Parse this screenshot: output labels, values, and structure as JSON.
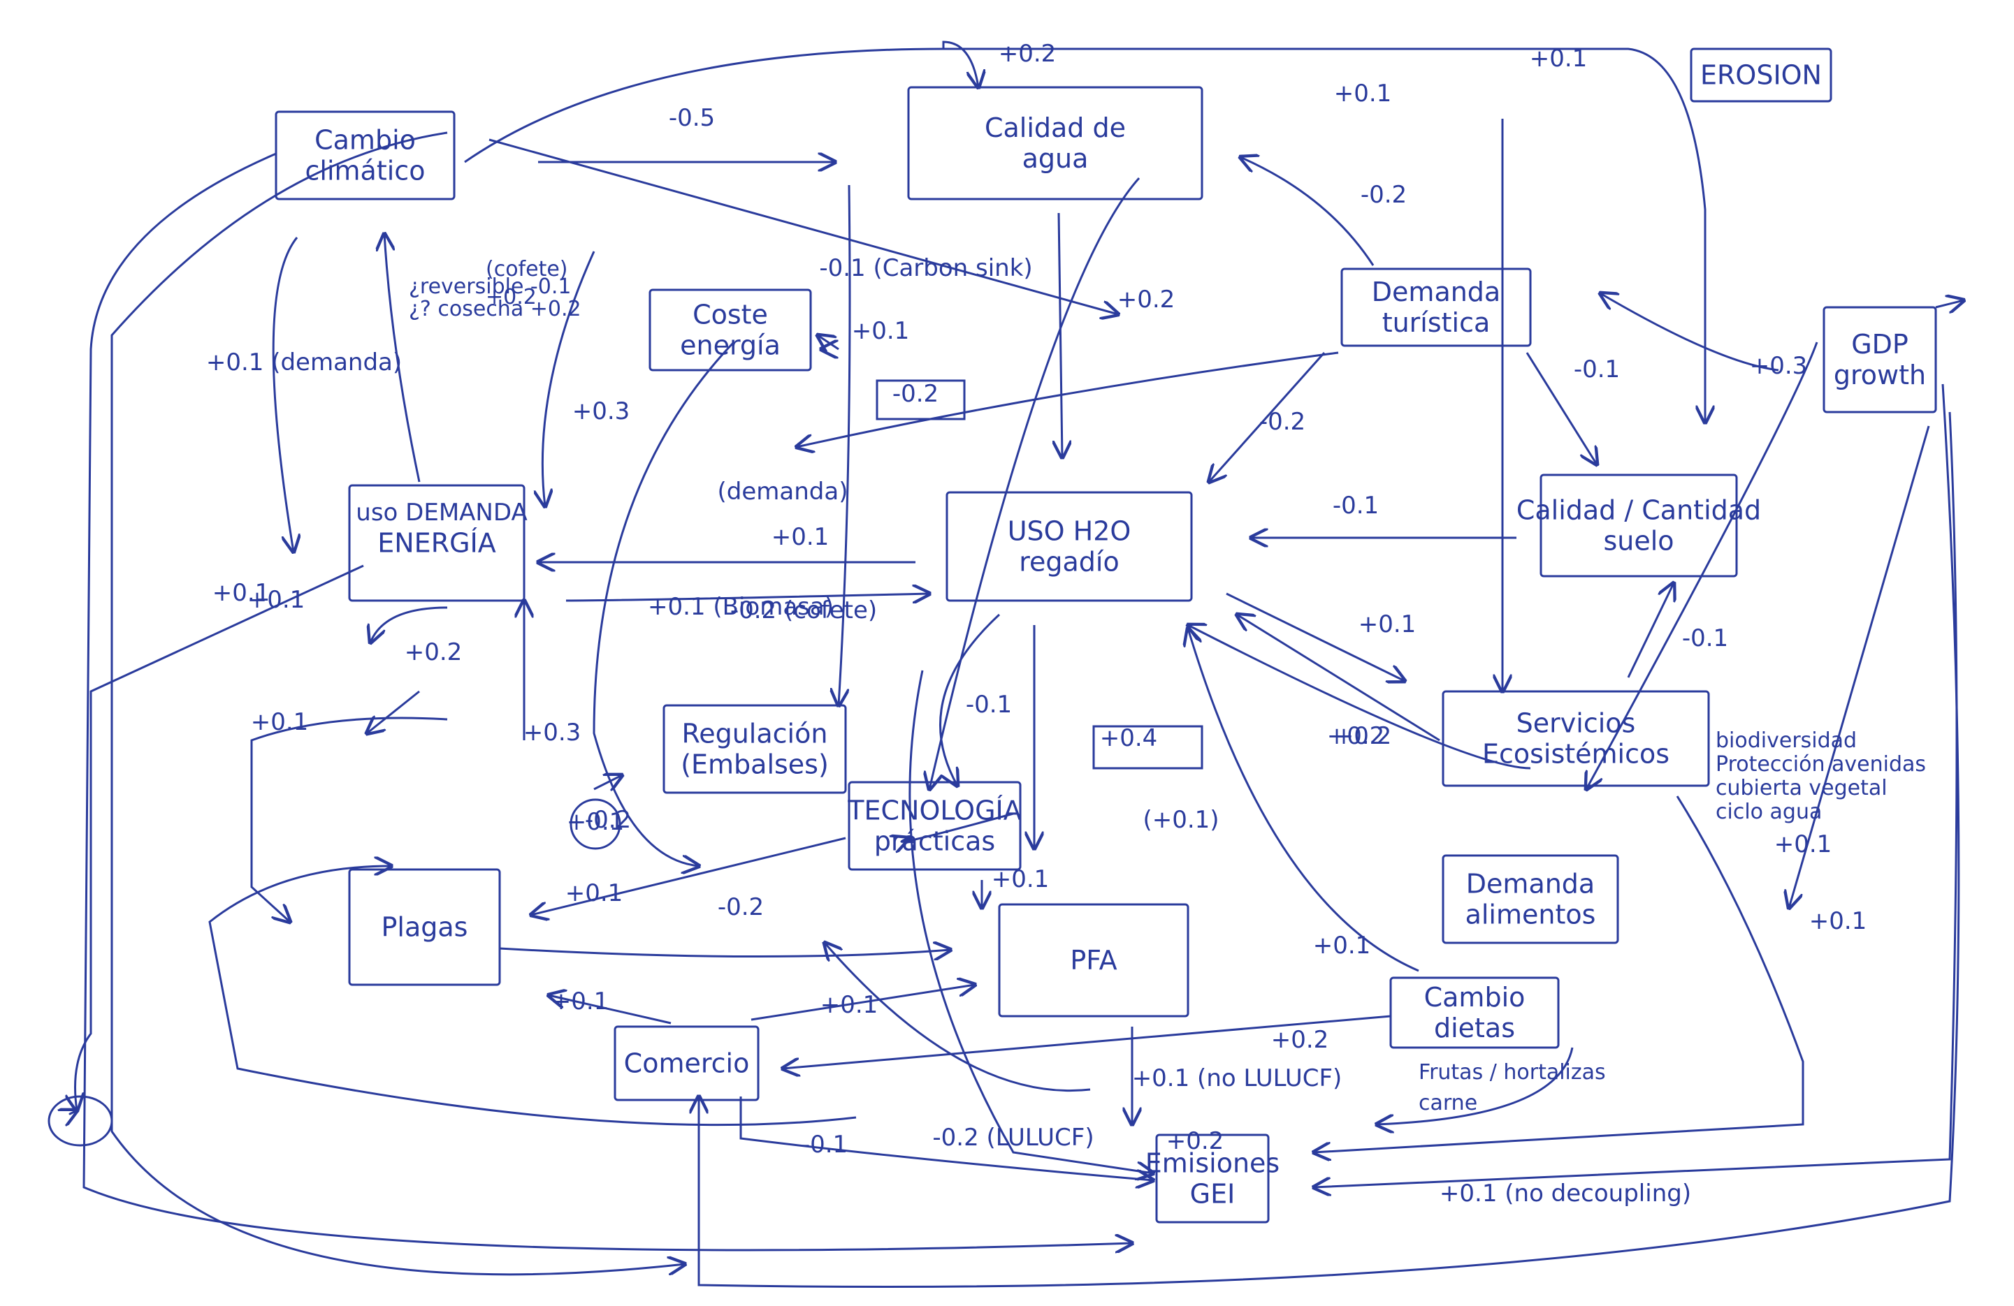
{
  "nodes": [
    {
      "id": "cambio",
      "lines": [
        "Cambio",
        "climático"
      ]
    },
    {
      "id": "calidad_agua",
      "lines": [
        "Calidad de",
        "agua"
      ]
    },
    {
      "id": "erosion",
      "lines": [
        "EROSION"
      ]
    },
    {
      "id": "coste",
      "lines": [
        "Coste",
        "energía"
      ]
    },
    {
      "id": "demanda_tur",
      "lines": [
        "Demanda",
        "turística"
      ]
    },
    {
      "id": "gdp",
      "lines": [
        "GDP",
        "growth"
      ]
    },
    {
      "id": "energia",
      "lines": [
        "ENERGÍA"
      ]
    },
    {
      "id": "uso",
      "lines": [
        "USO H2O",
        "regadío"
      ]
    },
    {
      "id": "suelo",
      "lines": [
        "Calidad / Cantidad",
        "suelo"
      ]
    },
    {
      "id": "regulacion",
      "lines": [
        "Regulación",
        "(Embalses)"
      ]
    },
    {
      "id": "servicios",
      "lines": [
        "Servicios",
        "Ecosistémicos"
      ]
    },
    {
      "id": "tecnologia",
      "lines": [
        "TECNOLOGÍA",
        "prácticas"
      ]
    },
    {
      "id": "plagas",
      "lines": [
        "Plagas"
      ]
    },
    {
      "id": "pfa",
      "lines": [
        "PFA"
      ]
    },
    {
      "id": "dem_alim",
      "lines": [
        "Demanda",
        "alimentos"
      ]
    },
    {
      "id": "comercio",
      "lines": [
        "Comercio"
      ]
    },
    {
      "id": "cambio_dietas",
      "lines": [
        "Cambio",
        "dietas"
      ]
    },
    {
      "id": "emisiones",
      "lines": [
        "Emisiones",
        "GEI"
      ]
    }
  ],
  "edge_labels": [
    "-0.5",
    "+0.1",
    "+0.2",
    "+0.1",
    "-0.2",
    "+0.1 (demanda)",
    "uso DEMANDA",
    "-0.1 (Carbon sink)",
    "+0.2",
    "+0.3",
    "-0.2",
    "+0.1",
    "(demanda)",
    "+0.1",
    "-0.2",
    "-0.1",
    "+0.3",
    "-0.1",
    "-0.2 (cofete)",
    "+0.1 (Biomasa)",
    "+0.2",
    "+0.1",
    "+0.1",
    "+0.3",
    "+0.1",
    "-0.2",
    "+0.4",
    "-0.1",
    "+0.2",
    "+0.1",
    "-0.1",
    "+0.2",
    "+0.1",
    "-0.2",
    "+0.1",
    "(+0.1)",
    "+0.1",
    "+0.1",
    "+0.1",
    "+0.1 (no LULUCF)",
    "+0.2",
    "+0.1",
    "-0.1",
    "-0.2 (LULUCF)",
    "+0.1",
    "+0.1 (no decoupling)",
    "+0.1",
    "+0.2"
  ],
  "notes": {
    "cambio_note": [
      "¿reversible -0.1",
      "¿? cosecha +0.2"
    ],
    "cofete_note": [
      "(cofete)",
      "+0.2"
    ],
    "servicios_list": [
      "biodiversidad",
      "Protección avenidas",
      "cubierta vegetal",
      "ciclo agua"
    ],
    "dietas_list": [
      "Frutas / hortalizas",
      "carne"
    ]
  }
}
